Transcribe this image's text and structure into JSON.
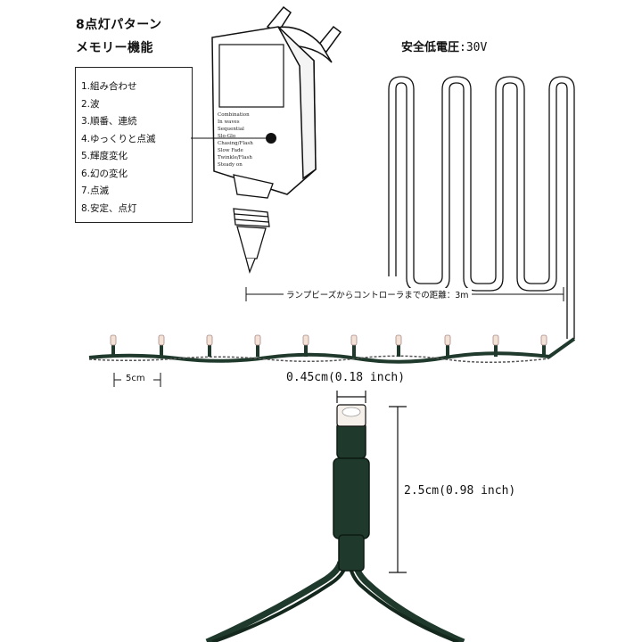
{
  "header": {
    "title_line1": "8点灯パターン",
    "title_line2": "メモリー機能"
  },
  "modes": [
    "1.組み合わせ",
    "2.波",
    "3.順番、連続",
    "4.ゆっくりと点滅",
    "5.輝度変化",
    "6.幻の変化",
    "7.点滅",
    "8.安定、点灯"
  ],
  "controller_labels": [
    "Combination",
    "In waves",
    "Sequential",
    "Slo-Glo",
    "Chasing/Flash",
    "Slow Fade",
    "Twinkle/Flash",
    "Steady on"
  ],
  "voltage": {
    "label": "安全低電圧",
    "value": ":30V"
  },
  "distance_label": "ランプビーズからコントローラまでの距離：3m",
  "spacing_label": "5cm",
  "bulb_diameter_label": "0.45cm(0.18 inch)",
  "bulb_length_label": "2.5cm(0.98 inch)",
  "colors": {
    "wire": "#1f3a2c",
    "line": "#111111",
    "bulb": "#f3e3d6"
  }
}
